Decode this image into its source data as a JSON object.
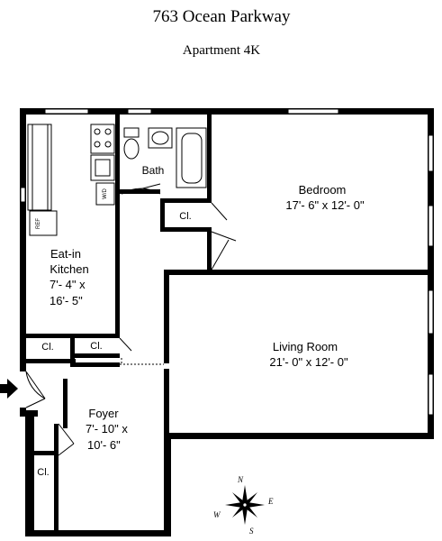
{
  "title": "763 Ocean Parkway",
  "subtitle": "Apartment 4K",
  "rooms": {
    "kitchen": {
      "name_line1": "Eat-in",
      "name_line2": "Kitchen",
      "dim_line1": "7'- 4\" x",
      "dim_line2": "16'- 5\""
    },
    "bath": {
      "name": "Bath"
    },
    "bedroom": {
      "name": "Bedroom",
      "dims": "17'- 6\" x 12'- 0\""
    },
    "living": {
      "name": "Living Room",
      "dims": "21'- 0\" x 12'- 0\""
    },
    "foyer": {
      "name": "Foyer",
      "dim_line1": "7'- 10\" x",
      "dim_line2": "10'- 6\""
    }
  },
  "closets": {
    "bedroom": "Cl.",
    "hall_left": "Cl.",
    "hall_right": "Cl.",
    "foyer": "Cl."
  },
  "appliances": {
    "refrigerator": "REF",
    "washer_dryer": "W/D"
  },
  "compass": {
    "n": "N",
    "s": "S",
    "e": "E",
    "w": "W"
  }
}
